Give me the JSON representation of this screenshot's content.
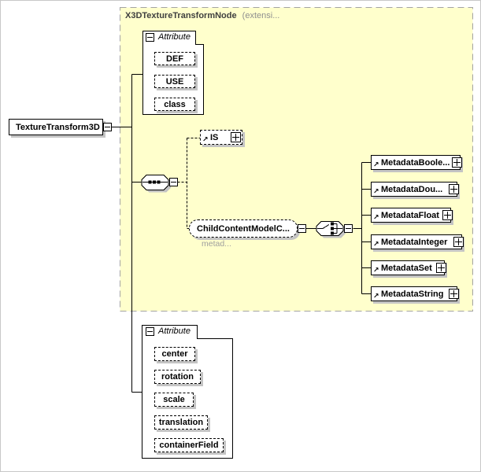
{
  "diagram": {
    "root": {
      "label": "TextureTransform3D"
    },
    "base_group": {
      "title": "X3DTextureTransformNode",
      "suffix": "(extensi..."
    },
    "attr_group_top": {
      "header": "Attribute",
      "items": [
        "DEF",
        "USE",
        "class"
      ]
    },
    "is_node": {
      "label": "IS"
    },
    "child_content_node": {
      "label": "ChildContentModelC...",
      "annotation": "metad..."
    },
    "metadata_nodes": [
      {
        "label": "MetadataBoole..."
      },
      {
        "label": "MetadataDou..."
      },
      {
        "label": "MetadataFloat"
      },
      {
        "label": "MetadataInteger"
      },
      {
        "label": "MetadataSet"
      },
      {
        "label": "MetadataString"
      }
    ],
    "attr_group_bottom": {
      "header": "Attribute",
      "items": [
        "center",
        "rotation",
        "scale",
        "translation",
        "containerField"
      ]
    },
    "colors": {
      "group_background": "#ffffcc",
      "group_border": "#a3a3a3",
      "node_border": "#000000",
      "shadow": "#c4c4c4",
      "title_text": "#3f3f3f",
      "muted_text": "#9e9e9e"
    }
  }
}
